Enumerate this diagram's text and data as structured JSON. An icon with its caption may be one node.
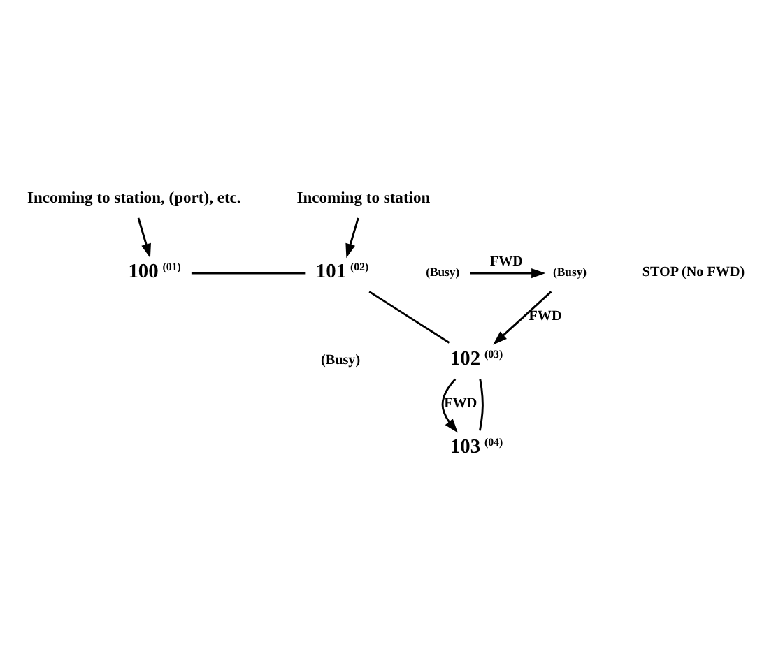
{
  "diagram": {
    "nodes": [
      {
        "text": [
          "Incoming to station, (port), etc."
        ]
      },
      {
        "text": [
          "100"
        ],
        "beside": [
          "(01)"
        ]
      },
      {
        "text": [
          "Incoming to station"
        ]
      },
      {
        "text": [
          "101"
        ],
        "beside": [
          "(02)"
        ]
      },
      {
        "text": [
          "(Busy)"
        ]
      },
      {
        "text": [
          "(Busy)"
        ]
      },
      {
        "text": [
          "102"
        ],
        "beside": [
          "(03)"
        ]
      },
      {
        "text": [
          "103"
        ],
        "beside": [
          "(04)"
        ]
      }
    ],
    "edges": [
      {
        "from": 0,
        "to": 1,
        "arrow": "to"
      },
      {
        "from": 2,
        "to": 3,
        "arrow": "to"
      },
      {
        "from": 1,
        "to": 3,
        "arrow": "none"
      },
      {
        "from": 3,
        "to": 6,
        "arrow": "none"
      },
      {
        "from": 4,
        "to": 5,
        "arrow": "to",
        "label": "FWD"
      },
      {
        "from": 5,
        "to": 6,
        "arrow": "to",
        "label": "FWD"
      },
      {
        "from": 6,
        "to": 7,
        "arrow": "to",
        "label": "FWD"
      },
      {
        "from": 6,
        "to": 7,
        "arrow": "none"
      }
    ],
    "labels": [
      "STOP (No FWD)",
      "(Busy)"
    ]
  }
}
